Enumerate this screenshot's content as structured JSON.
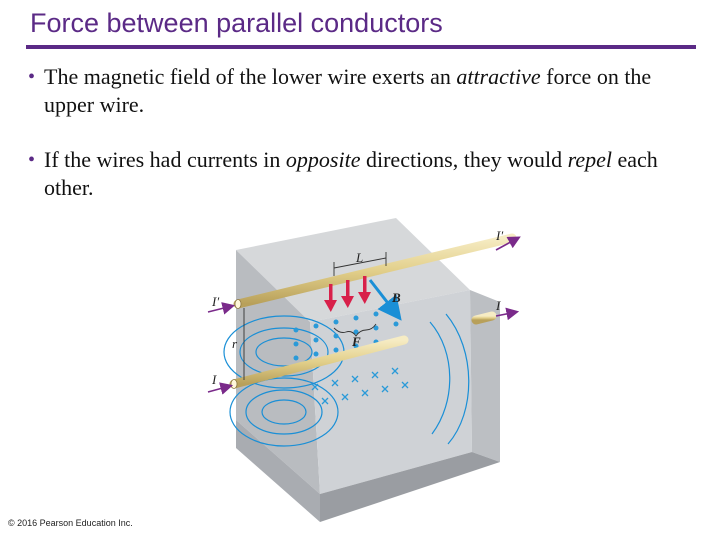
{
  "title": "Force between parallel conductors",
  "bullets": [
    {
      "parts": [
        {
          "text": "The magnetic field of the lower wire exerts an ",
          "italic": false
        },
        {
          "text": "attractive",
          "italic": true
        },
        {
          "text": " force on the upper wire.",
          "italic": false
        }
      ]
    },
    {
      "parts": [
        {
          "text": "If the wires had currents in ",
          "italic": false
        },
        {
          "text": "opposite",
          "italic": true
        },
        {
          "text": " directions, they would ",
          "italic": false
        },
        {
          "text": "repel",
          "italic": true
        },
        {
          "text": " each other.",
          "italic": false
        }
      ]
    }
  ],
  "figure": {
    "labels": {
      "current_top_right": "I′",
      "current_top_left": "I′",
      "current_bottom_left": "I",
      "current_bottom_right": "I",
      "length": "L",
      "field": "B",
      "force": "F",
      "separation": "r"
    },
    "colors": {
      "wire": "#e8d9a0",
      "force_arrow": "#d8204a",
      "field_arrow": "#1a8fd6",
      "current_arrow": "#7a2a8a",
      "dots": "#2a9ad8"
    }
  },
  "copyright": "© 2016 Pearson Education Inc."
}
